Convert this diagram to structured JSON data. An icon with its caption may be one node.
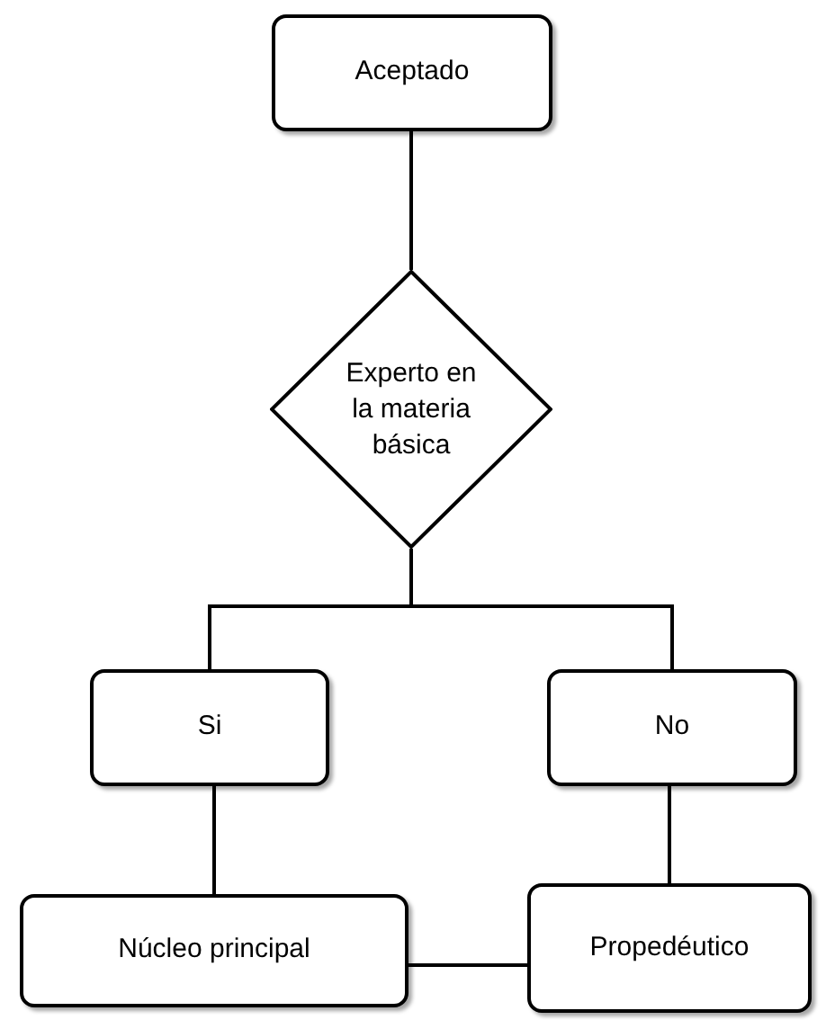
{
  "diagram": {
    "nodes": [
      {
        "text": [
          "Aceptado"
        ]
      },
      {
        "text": [
          "Experto en la materia básica"
        ]
      },
      {
        "text": [
          "Si"
        ]
      },
      {
        "text": [
          "No"
        ]
      },
      {
        "text": [
          "Núcleo principal"
        ]
      },
      {
        "text": [
          "Propedéutico"
        ]
      }
    ],
    "edges": [
      {
        "from": 0,
        "to": 1,
        "arrow": "none"
      },
      {
        "from": 1,
        "to": 2,
        "arrow": "none"
      },
      {
        "from": 1,
        "to": 3,
        "arrow": "none"
      },
      {
        "from": 2,
        "to": 4,
        "arrow": "none"
      },
      {
        "from": 3,
        "to": 5,
        "arrow": "none"
      },
      {
        "from": 4,
        "to": 5,
        "arrow": "none"
      }
    ]
  }
}
